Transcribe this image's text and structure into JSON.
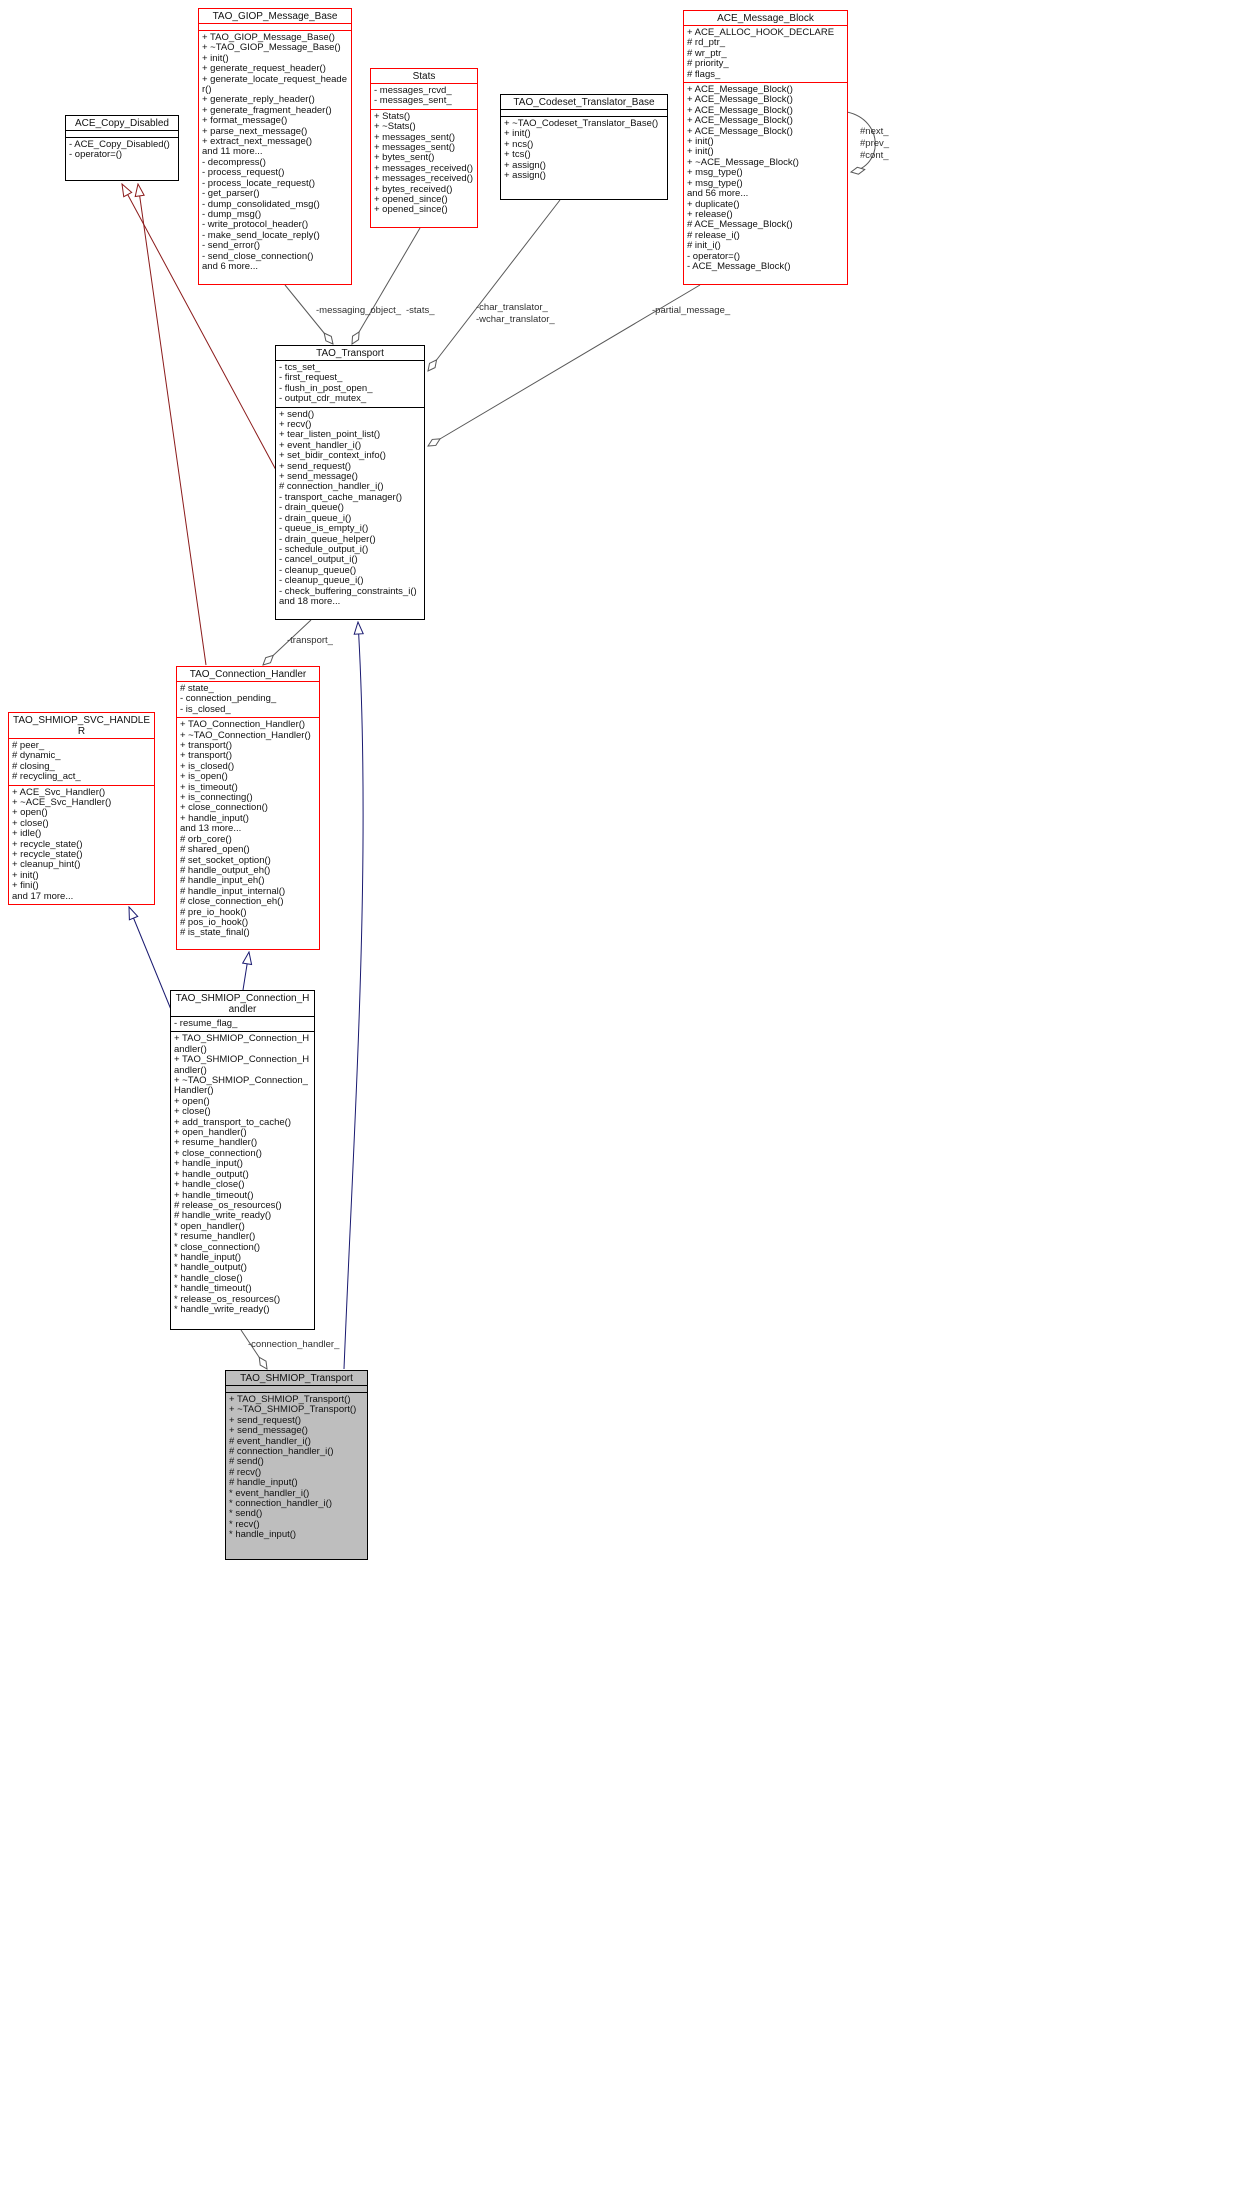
{
  "diagram": {
    "classes": [
      {
        "id": "giop",
        "title": "TAO_GIOP_Message_Base",
        "style": "red",
        "attributes": [],
        "methods": [
          "+ TAO_GIOP_Message_Base()",
          "+ ~TAO_GIOP_Message_Base()",
          "+ init()",
          "+ generate_request_header()",
          "+ generate_locate_request_header()",
          "+ generate_reply_header()",
          "+ generate_fragment_header()",
          "+ format_message()",
          "+ parse_next_message()",
          "+ extract_next_message()",
          "and 11 more...",
          "- decompress()",
          "- process_request()",
          "- process_locate_request()",
          "- get_parser()",
          "- dump_consolidated_msg()",
          "- dump_msg()",
          "- write_protocol_header()",
          "- make_send_locate_reply()",
          "- send_error()",
          "- send_close_connection()",
          "and 6 more..."
        ]
      },
      {
        "id": "copy_disabled",
        "title": "ACE_Copy_Disabled",
        "style": "black",
        "attributes": [],
        "methods": [
          "- ACE_Copy_Disabled()",
          "- operator=()"
        ]
      },
      {
        "id": "stats",
        "title": "Stats",
        "style": "red",
        "attributes": [
          "- messages_rcvd_",
          "- messages_sent_"
        ],
        "methods": [
          "+ Stats()",
          "+ ~Stats()",
          "+ messages_sent()",
          "+ messages_sent()",
          "+ bytes_sent()",
          "+ messages_received()",
          "+ messages_received()",
          "+ bytes_received()",
          "+ opened_since()",
          "+ opened_since()"
        ]
      },
      {
        "id": "codeset",
        "title": "TAO_Codeset_Translator_Base",
        "style": "black",
        "attributes": [],
        "methods": [
          "+ ~TAO_Codeset_Translator_Base()",
          "+ init()",
          "+ ncs()",
          "+ tcs()",
          "+ assign()",
          "+ assign()"
        ]
      },
      {
        "id": "ace_mb",
        "title": "ACE_Message_Block",
        "style": "red",
        "attributes": [
          "+ ACE_ALLOC_HOOK_DECLARE",
          "# rd_ptr_",
          "# wr_ptr_",
          "# priority_",
          "# flags_"
        ],
        "methods": [
          "+ ACE_Message_Block()",
          "+ ACE_Message_Block()",
          "+ ACE_Message_Block()",
          "+ ACE_Message_Block()",
          "+ ACE_Message_Block()",
          "+ init()",
          "+ init()",
          "+ ~ACE_Message_Block()",
          "+ msg_type()",
          "+ msg_type()",
          "and 56 more...",
          "+ duplicate()",
          "+ release()",
          "# ACE_Message_Block()",
          "# release_i()",
          "# init_i()",
          "- operator=()",
          "- ACE_Message_Block()"
        ]
      },
      {
        "id": "transport",
        "title": "TAO_Transport",
        "style": "black",
        "attributes": [
          "- tcs_set_",
          "- first_request_",
          "- flush_in_post_open_",
          "- output_cdr_mutex_"
        ],
        "methods": [
          "+ send()",
          "+ recv()",
          "+ tear_listen_point_list()",
          "+ event_handler_i()",
          "+ set_bidir_context_info()",
          "+ send_request()",
          "+ send_message()",
          "# connection_handler_i()",
          "- transport_cache_manager()",
          "- drain_queue()",
          "- drain_queue_i()",
          "- queue_is_empty_i()",
          "- drain_queue_helper()",
          "- schedule_output_i()",
          "- cancel_output_i()",
          "- cleanup_queue()",
          "- cleanup_queue_i()",
          "- check_buffering_constraints_i()",
          "and 18 more..."
        ]
      },
      {
        "id": "conn_handler",
        "title": "TAO_Connection_Handler",
        "style": "red",
        "attributes": [
          "# state_",
          "- connection_pending_",
          "- is_closed_"
        ],
        "methods": [
          "+ TAO_Connection_Handler()",
          "+ ~TAO_Connection_Handler()",
          "+ transport()",
          "+ transport()",
          "+ is_closed()",
          "+ is_open()",
          "+ is_timeout()",
          "+ is_connecting()",
          "+ close_connection()",
          "+ handle_input()",
          "and 13 more...",
          "# orb_core()",
          "# shared_open()",
          "# set_socket_option()",
          "# handle_output_eh()",
          "# handle_input_eh()",
          "# handle_input_internal()",
          "# close_connection_eh()",
          "# pre_io_hook()",
          "# pos_io_hook()",
          "# is_state_final()"
        ]
      },
      {
        "id": "svc",
        "title": "TAO_SHMIOP_SVC_HANDLER",
        "style": "red",
        "attributes": [
          "# peer_",
          "# dynamic_",
          "# closing_",
          "# recycling_act_"
        ],
        "methods": [
          "+ ACE_Svc_Handler()",
          "+ ~ACE_Svc_Handler()",
          "+ open()",
          "+ close()",
          "+ idle()",
          "+ recycle_state()",
          "+ recycle_state()",
          "+ cleanup_hint()",
          "+ init()",
          "+ fini()",
          "and 17 more..."
        ]
      },
      {
        "id": "shmiop_conn",
        "title": "TAO_SHMIOP_Connection_Handler",
        "style": "black",
        "attributes": [
          "- resume_flag_"
        ],
        "methods": [
          "+ TAO_SHMIOP_Connection_Handler()",
          "+ TAO_SHMIOP_Connection_Handler()",
          "+ ~TAO_SHMIOP_Connection_Handler()",
          "+ open()",
          "+ close()",
          "+ add_transport_to_cache()",
          "+ open_handler()",
          "+ resume_handler()",
          "+ close_connection()",
          "+ handle_input()",
          "+ handle_output()",
          "+ handle_close()",
          "+ handle_timeout()",
          "# release_os_resources()",
          "# handle_write_ready()",
          "* open_handler()",
          "* resume_handler()",
          "* close_connection()",
          "* handle_input()",
          "* handle_output()",
          "* handle_close()",
          "* handle_timeout()",
          "* release_os_resources()",
          "* handle_write_ready()"
        ]
      },
      {
        "id": "shmiop_transport",
        "title": "TAO_SHMIOP_Transport",
        "style": "gray",
        "attributes": [],
        "methods": [
          "+ TAO_SHMIOP_Transport()",
          "+ ~TAO_SHMIOP_Transport()",
          "+ send_request()",
          "+ send_message()",
          "# event_handler_i()",
          "# connection_handler_i()",
          "# send()",
          "# recv()",
          "# handle_input()",
          "* event_handler_i()",
          "* connection_handler_i()",
          "* send()",
          "* recv()",
          "* handle_input()"
        ]
      }
    ],
    "edge_labels": [
      {
        "id": "messaging-object",
        "lines": [
          "-messaging_object_"
        ]
      },
      {
        "id": "stats",
        "lines": [
          "-stats_"
        ]
      },
      {
        "id": "translators",
        "lines": [
          "-char_translator_",
          "-wchar_translator_"
        ]
      },
      {
        "id": "partial-message",
        "lines": [
          "-partial_message_"
        ]
      },
      {
        "id": "mb-self",
        "lines": [
          "#next_",
          "#prev_",
          "#cont_"
        ]
      },
      {
        "id": "transport-member",
        "lines": [
          "-transport_"
        ]
      },
      {
        "id": "connection-handler-member",
        "lines": [
          "-connection_handler_"
        ]
      }
    ],
    "colors": {
      "warning_border": "#ff0000",
      "normal_border": "#000000",
      "focus_fill": "#bebebe",
      "usage_edge": "#585858",
      "private_inheritance_edge": "#8b1a1a",
      "public_inheritance_edge": "#191970"
    }
  }
}
